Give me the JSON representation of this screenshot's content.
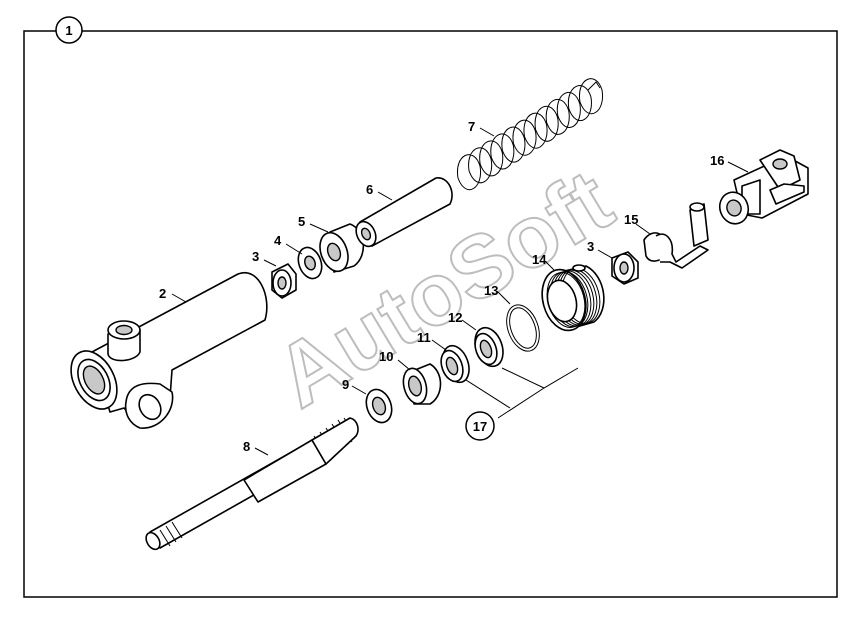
{
  "diagram": {
    "frame_label": "1",
    "watermark": "AutoSoft",
    "assembly_label": "17",
    "part_labels": [
      {
        "id": "lbl-2",
        "text": "2"
      },
      {
        "id": "lbl-3a",
        "text": "3"
      },
      {
        "id": "lbl-4",
        "text": "4"
      },
      {
        "id": "lbl-5",
        "text": "5"
      },
      {
        "id": "lbl-6",
        "text": "6"
      },
      {
        "id": "lbl-7",
        "text": "7"
      },
      {
        "id": "lbl-8",
        "text": "8"
      },
      {
        "id": "lbl-9",
        "text": "9"
      },
      {
        "id": "lbl-10",
        "text": "10"
      },
      {
        "id": "lbl-11",
        "text": "11"
      },
      {
        "id": "lbl-12",
        "text": "12"
      },
      {
        "id": "lbl-13",
        "text": "13"
      },
      {
        "id": "lbl-14",
        "text": "14"
      },
      {
        "id": "lbl-3b",
        "text": "3"
      },
      {
        "id": "lbl-15",
        "text": "15"
      },
      {
        "id": "lbl-16",
        "text": "16"
      }
    ]
  }
}
